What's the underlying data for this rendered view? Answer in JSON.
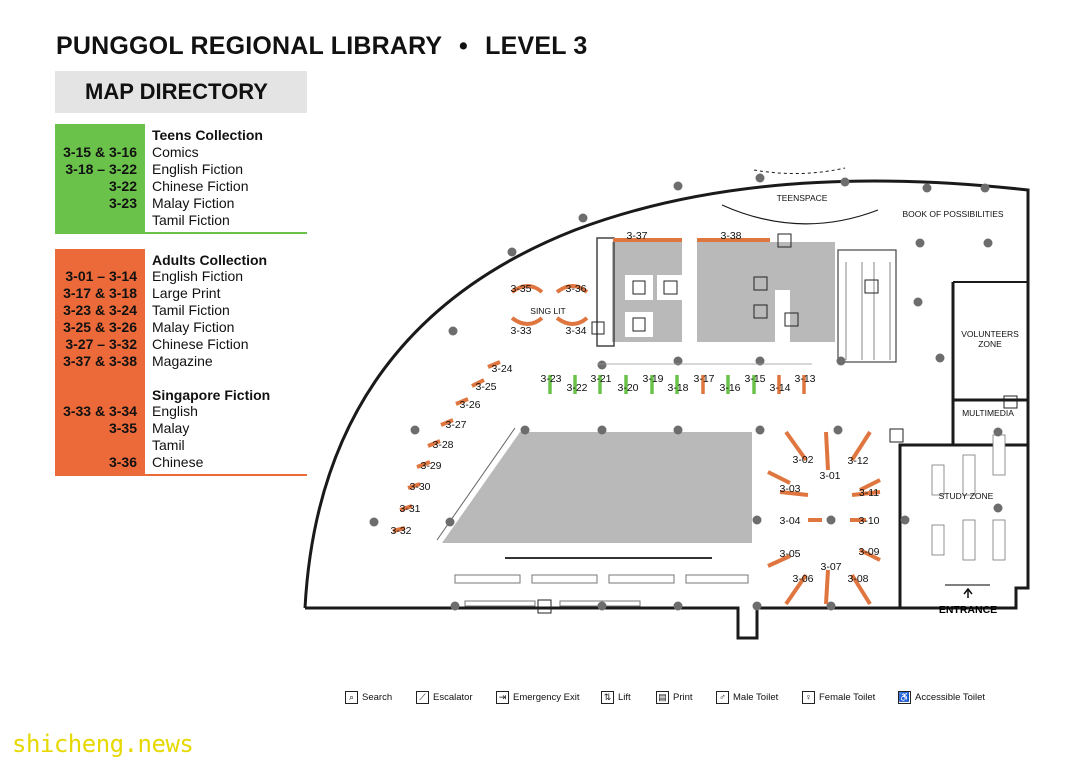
{
  "header": {
    "title": "PUNGGOL REGIONAL LIBRARY",
    "bullet": "•",
    "level": "LEVEL 3"
  },
  "directory": {
    "heading": "MAP DIRECTORY",
    "teens": {
      "title": "Teens Collection",
      "items": [
        {
          "code": "3-15 & 3-16",
          "name": "Comics"
        },
        {
          "code": "3-18 – 3-22",
          "name": "English Fiction"
        },
        {
          "code": "3-22",
          "name": "Chinese Fiction"
        },
        {
          "code": "3-23",
          "name": "Malay Fiction"
        },
        {
          "code": "",
          "name": "Tamil Fiction"
        }
      ]
    },
    "adults": {
      "title": "Adults Collection",
      "items": [
        {
          "code": "3-01 – 3-14",
          "name": "English Fiction"
        },
        {
          "code": "3-17 & 3-18",
          "name": "Large Print"
        },
        {
          "code": "3-23 & 3-24",
          "name": "Tamil Fiction"
        },
        {
          "code": "3-25 & 3-26",
          "name": "Malay Fiction"
        },
        {
          "code": "3-27 – 3-32",
          "name": "Chinese Fiction"
        },
        {
          "code": "3-37 & 3-38",
          "name": "Magazine"
        }
      ]
    },
    "singapore": {
      "title": "Singapore Fiction",
      "items": [
        {
          "code": "3-33 & 3-34",
          "name": "English"
        },
        {
          "code": "3-35",
          "name": "Malay"
        },
        {
          "code": "",
          "name": "Tamil"
        },
        {
          "code": "3-36",
          "name": "Chinese"
        }
      ]
    },
    "colors": {
      "teens": "#6ac24b",
      "adults": "#ec6a3a",
      "directory_bg": "#e4e4e4"
    }
  },
  "map": {
    "zones": {
      "teenspace": "TEENSPACE",
      "book_of_possibilities": "BOOK OF POSSIBILITIES",
      "sing_lit": "SING LIT",
      "volunteers_line1": "VOLUNTEERS",
      "volunteers_line2": "ZONE",
      "multimedia": "MULTIMEDIA",
      "study_zone": "STUDY ZONE",
      "entrance": "ENTRANCE"
    },
    "shelves": {
      "s01": "3-01",
      "s02": "3-02",
      "s03": "3-03",
      "s04": "3-04",
      "s05": "3-05",
      "s06": "3-06",
      "s07": "3-07",
      "s08": "3-08",
      "s09": "3-09",
      "s10": "3-10",
      "s11": "3-11",
      "s12": "3-12",
      "s13": "3-13",
      "s14": "3-14",
      "s15": "3-15",
      "s16": "3-16",
      "s17": "3-17",
      "s18": "3-18",
      "s19": "3-19",
      "s20": "3-20",
      "s21": "3-21",
      "s22": "3-22",
      "s23": "3-23",
      "s24": "3-24",
      "s25": "3-25",
      "s26": "3-26",
      "s27": "3-27",
      "s28": "3-28",
      "s29": "3-29",
      "s30": "3-30",
      "s31": "3-31",
      "s32": "3-32",
      "s33": "3-33",
      "s34": "3-34",
      "s35": "3-35",
      "s36": "3-36",
      "s37": "3-37",
      "s38": "3-38"
    },
    "colors": {
      "shelf_adult": "#e0763f",
      "shelf_teen": "#6ac24b",
      "block": "#b9b9b9",
      "pillar": "#6d6d6d"
    }
  },
  "legend": {
    "search": "Search",
    "escalator": "Escalator",
    "emergency_exit": "Emergency Exit",
    "lift": "Lift",
    "print": "Print",
    "male_toilet": "Male Toilet",
    "female_toilet": "Female Toilet",
    "accessible_toilet": "Accessible Toilet"
  },
  "watermark": "shicheng.news"
}
